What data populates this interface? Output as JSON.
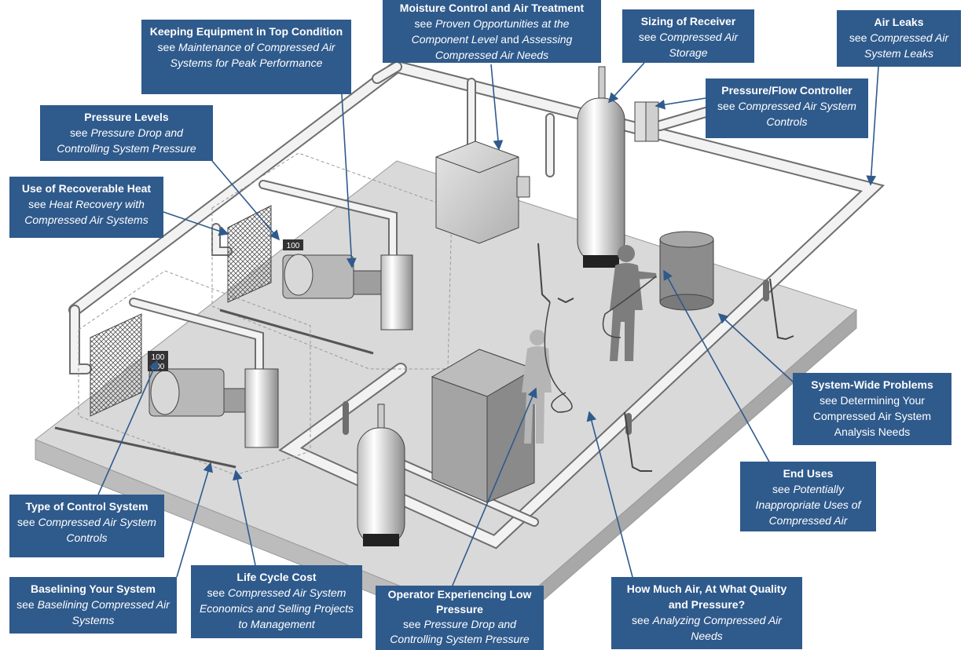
{
  "callouts": {
    "keeping_equipment": {
      "title": "Keeping Equipment in Top Condition",
      "see": "see",
      "ref": "Maintenance of Compressed Air Systems for Peak Performance"
    },
    "moisture_control": {
      "title": "Moisture Control and Air Treatment",
      "see": "see",
      "ref": "Proven Opportunities at the Component Level",
      "and": "and",
      "ref2": "Assessing Compressed Air Needs"
    },
    "sizing_receiver": {
      "title": "Sizing of Receiver",
      "see": "see",
      "ref": "Compressed Air Storage"
    },
    "air_leaks": {
      "title": "Air Leaks",
      "see": "see",
      "ref": "Compressed Air System Leaks"
    },
    "pressure_flow_controller": {
      "title": "Pressure/Flow Controller",
      "see": "see",
      "ref": "Compressed Air System Controls"
    },
    "pressure_levels": {
      "title": "Pressure Levels",
      "see": "see",
      "ref": "Pressure Drop and Controlling System Pressure"
    },
    "recoverable_heat": {
      "title": "Use of Recoverable Heat",
      "see": "see",
      "ref": "Heat Recovery with Compressed Air Systems"
    },
    "system_wide_problems": {
      "title": "System-Wide Problems",
      "see": "see",
      "ref": "Determining Your Compressed Air System Analysis Needs"
    },
    "end_uses": {
      "title": "End Uses",
      "see": "see",
      "ref": "Potentially Inappropriate Uses of Compressed Air"
    },
    "type_of_control": {
      "title": "Type of Control System",
      "see": "see",
      "ref": "Compressed Air System Controls"
    },
    "baselining": {
      "title": "Baselining Your System",
      "see": "see",
      "ref": "Baselining Compressed Air Systems"
    },
    "life_cycle_cost": {
      "title": "Life Cycle Cost",
      "see": "see",
      "ref": "Compressed Air System Economics and Selling Projects to Management"
    },
    "operator_low_pressure": {
      "title": "Operator Experiencing Low Pressure",
      "see": "see",
      "ref": "Pressure Drop and Controlling System Pressure"
    },
    "how_much_air": {
      "title": "How Much Air, At What Quality and Pressure?",
      "see": "see",
      "ref": "Analyzing Compressed Air Needs"
    }
  },
  "gauges": {
    "upper": "100",
    "lower_a": "100",
    "lower_b": "100"
  },
  "colors": {
    "callout_bg": "#2f5a8c",
    "platform": "#d9d9d9",
    "platform_edge": "#9a9a9a",
    "pipe": "#f2f2f2",
    "pipe_outline": "#6e6e6e"
  }
}
